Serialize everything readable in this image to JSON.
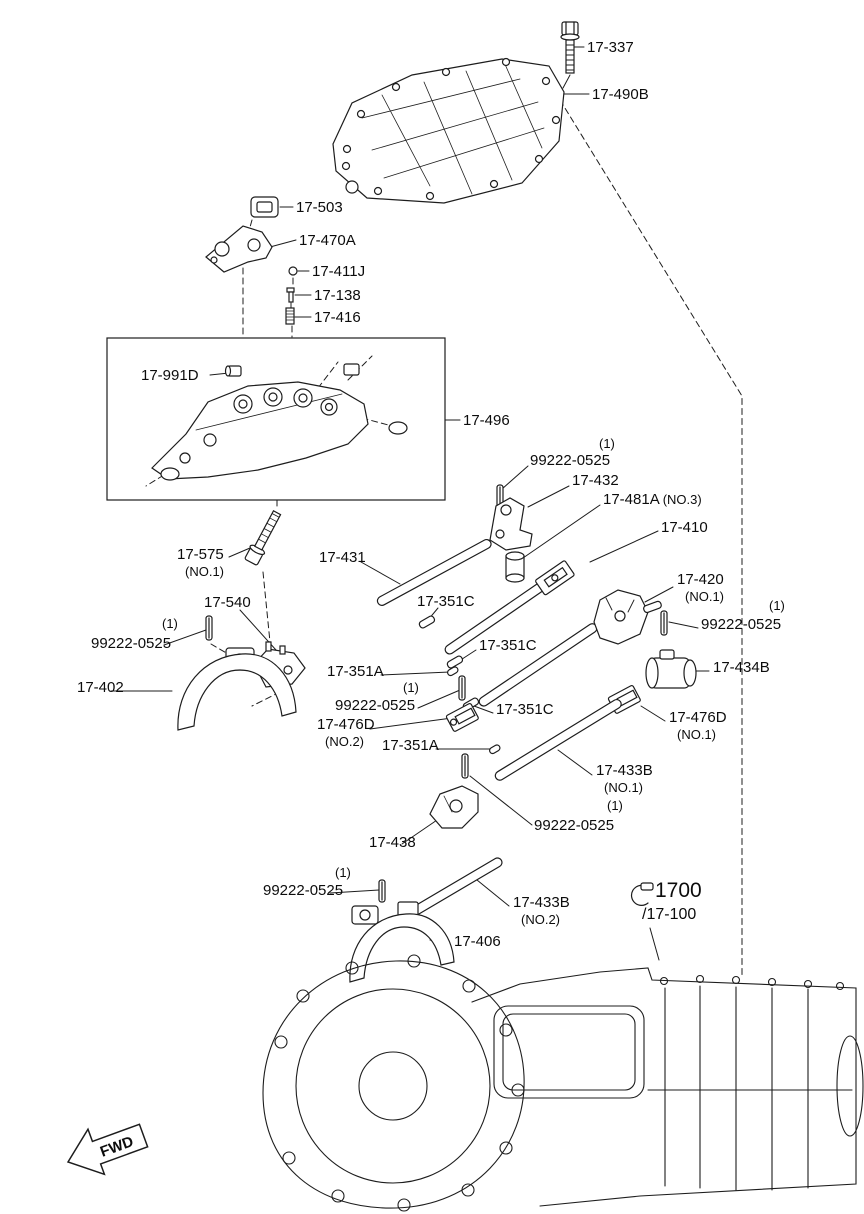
{
  "page": {
    "background": "#ffffff",
    "line_color": "#1d1d1d"
  },
  "fwd": {
    "label": "FWD"
  },
  "assembly_ref": {
    "part": "1700",
    "sub": "/17-100"
  },
  "callouts": [
    {
      "part": "17-337"
    },
    {
      "part": "17-490B"
    },
    {
      "part": "17-503"
    },
    {
      "part": "17-470A"
    },
    {
      "part": "17-411J"
    },
    {
      "part": "17-138"
    },
    {
      "part": "17-416"
    },
    {
      "part": "17-991D"
    },
    {
      "part": "17-496"
    },
    {
      "part": "99222-0525",
      "qty": "(1)"
    },
    {
      "part": "17-432"
    },
    {
      "part": "17-481A",
      "note": "(NO.3)"
    },
    {
      "part": "17-410"
    },
    {
      "part": "17-431"
    },
    {
      "part": "17-575",
      "note": "(NO.1)"
    },
    {
      "part": "17-351C"
    },
    {
      "part": "17-420",
      "note": "(NO.1)"
    },
    {
      "part": "17-540"
    },
    {
      "part": "99222-0525",
      "qty": "(1)"
    },
    {
      "part": "99222-0525",
      "qty": "(1)"
    },
    {
      "part": "17-351C"
    },
    {
      "part": "17-402"
    },
    {
      "part": "17-351A"
    },
    {
      "part": "17-434B"
    },
    {
      "part": "99222-0525",
      "qty": "(1)"
    },
    {
      "part": "17-351C"
    },
    {
      "part": "17-476D",
      "note": "(NO.2)"
    },
    {
      "part": "17-476D",
      "note": "(NO.1)"
    },
    {
      "part": "17-351A"
    },
    {
      "part": "17-433B",
      "note": "(NO.1)"
    },
    {
      "part": "17-438"
    },
    {
      "part": "99222-0525",
      "qty": "(1)"
    },
    {
      "part": "99222-0525",
      "qty": "(1)"
    },
    {
      "part": "17-433B",
      "note": "(NO.2)"
    },
    {
      "part": "17-406"
    }
  ]
}
